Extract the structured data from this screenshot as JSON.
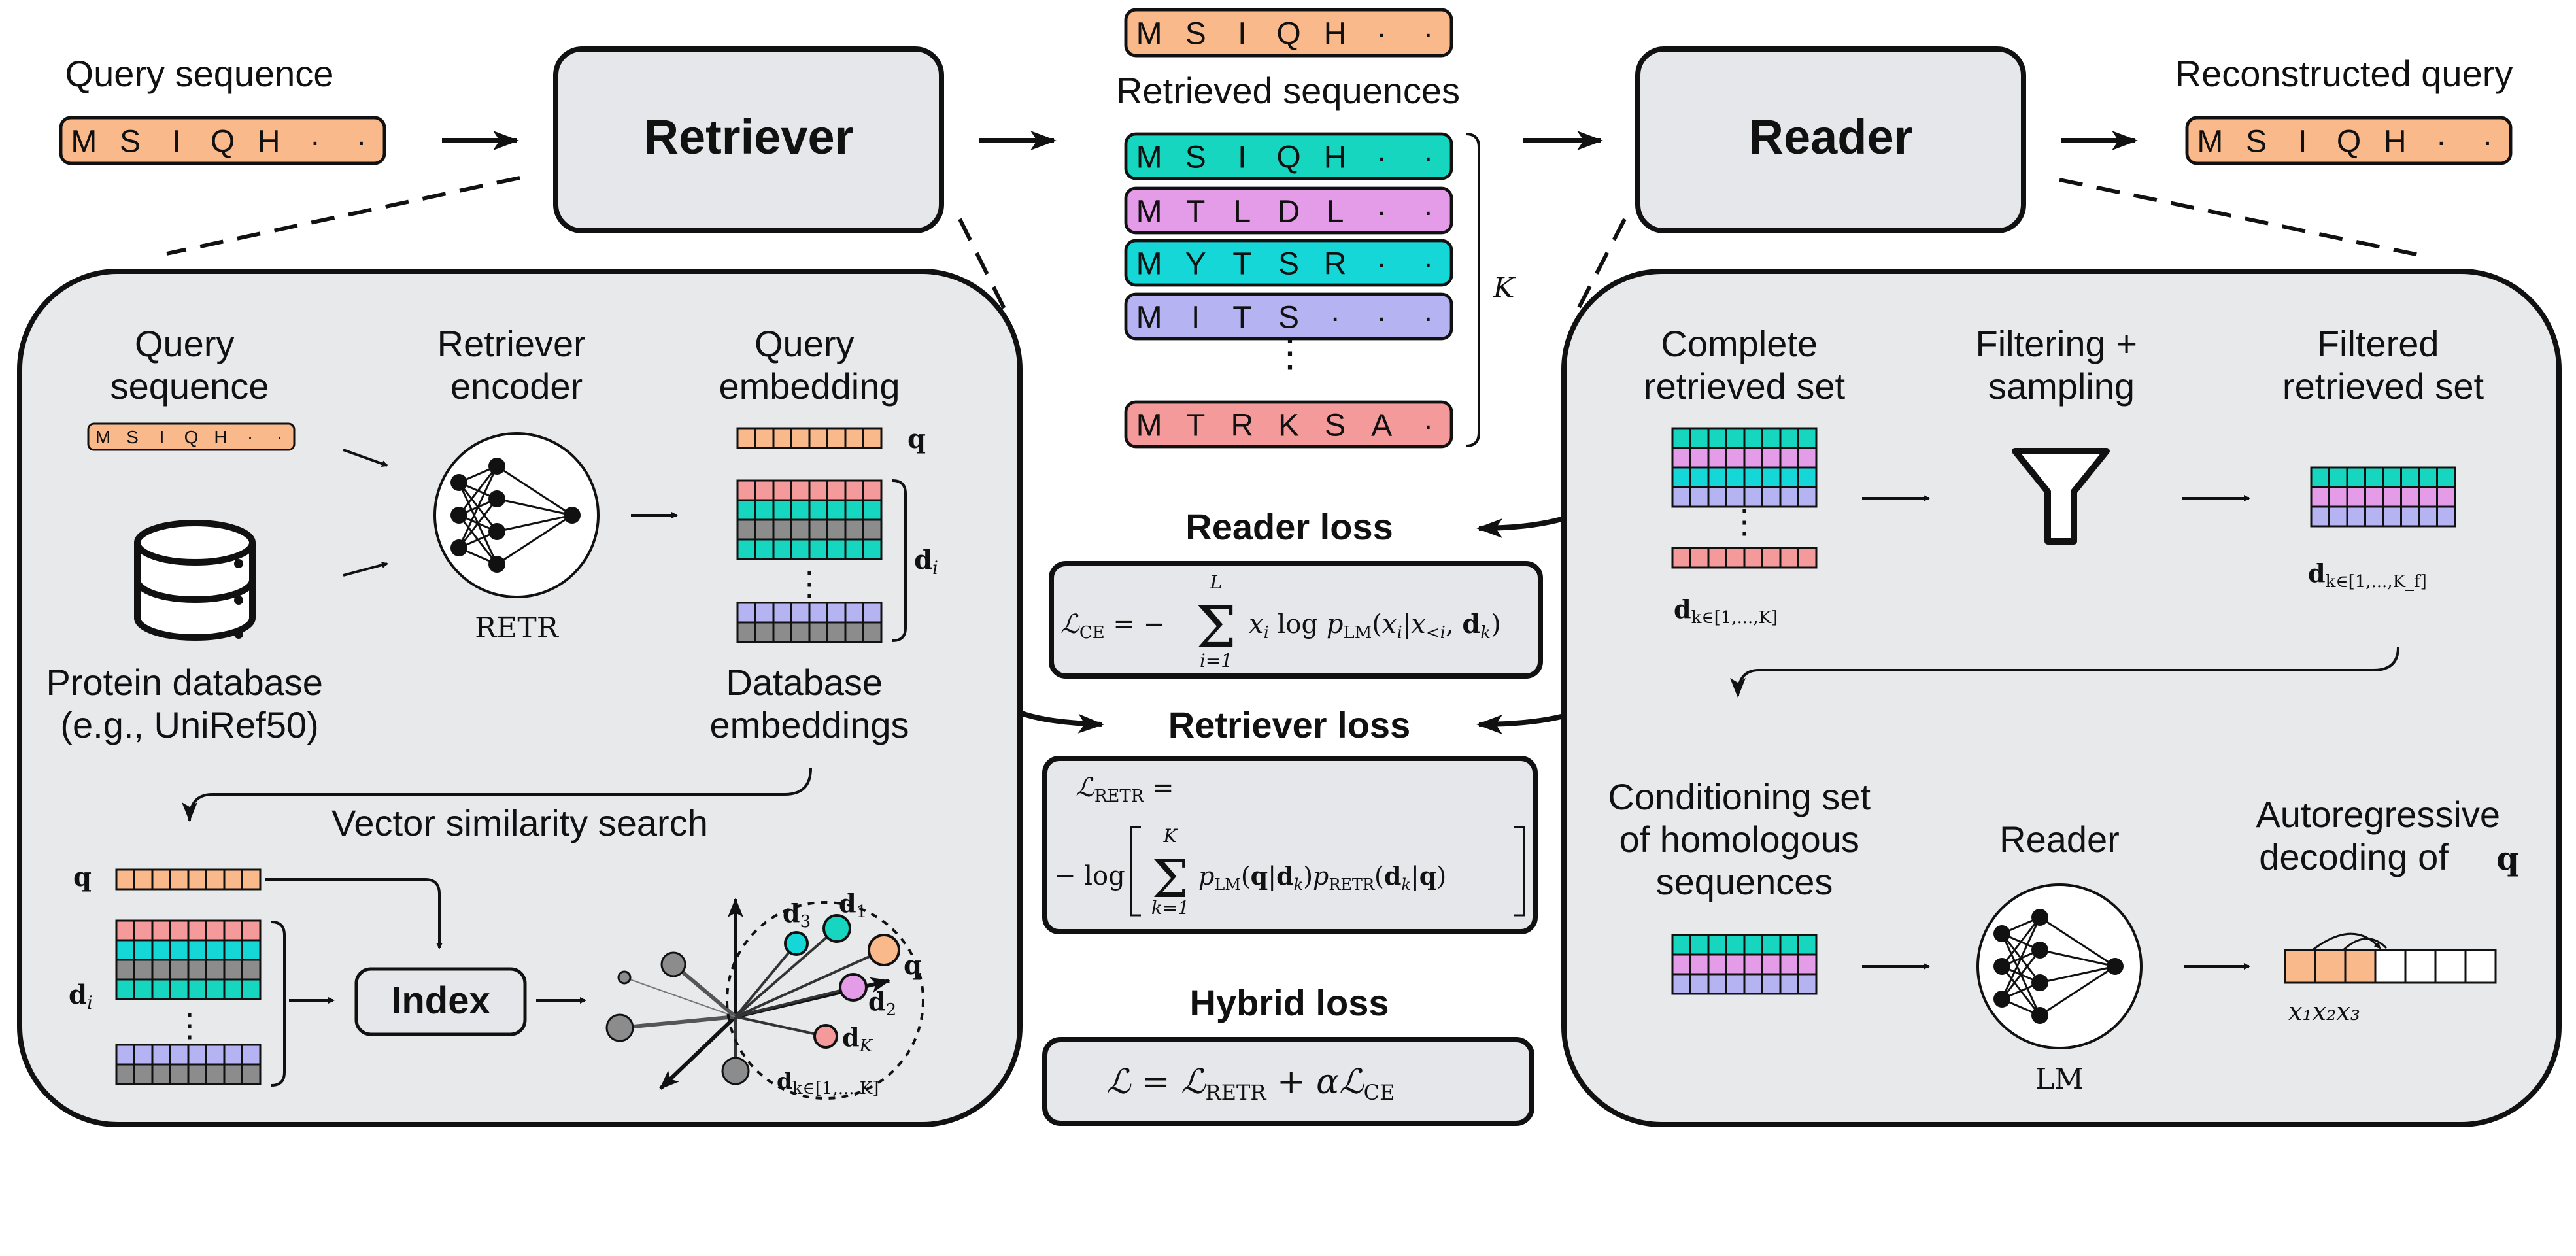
{
  "colors": {
    "orange": "#f9b98a",
    "teal": "#17d6c0",
    "pink": "#e49be8",
    "cyan": "#16d7d8",
    "lavender": "#b5b3f2",
    "salmon": "#f59a9a",
    "gray": "#8c8c8c",
    "panel": "#e8e9eb",
    "box": "#e6e7ea"
  },
  "top": {
    "query_label": "Query sequence",
    "query_seq": [
      "M",
      "S",
      "I",
      "Q",
      "H",
      "·",
      "·"
    ],
    "retriever_title": "Retriever",
    "retrieved_label": "Retrieved sequences",
    "top_seq": [
      "M",
      "S",
      "I",
      "Q",
      "H",
      "·",
      "·"
    ],
    "retrieved": [
      {
        "color": "teal",
        "tokens": [
          "M",
          "S",
          "I",
          "Q",
          "H",
          "·",
          "·"
        ]
      },
      {
        "color": "pink",
        "tokens": [
          "M",
          "T",
          "L",
          "D",
          "L",
          "·",
          "·"
        ]
      },
      {
        "color": "cyan",
        "tokens": [
          "M",
          "Y",
          "T",
          "S",
          "R",
          "·",
          "·"
        ]
      },
      {
        "color": "lavender",
        "tokens": [
          "M",
          "I",
          "T",
          "S",
          "·",
          "·",
          "·"
        ]
      },
      {
        "color": "salmon",
        "tokens": [
          "M",
          "T",
          "R",
          "K",
          "S",
          "A",
          "·"
        ]
      }
    ],
    "k_label": "K",
    "reader_title": "Reader",
    "recon_label": "Reconstructed query",
    "recon_seq": [
      "M",
      "S",
      "I",
      "Q",
      "H",
      "·",
      "·"
    ]
  },
  "left_panel": {
    "query_seq_label": [
      "Query",
      "sequence"
    ],
    "small_seq": [
      "M",
      "S",
      "I",
      "Q",
      "H",
      "·",
      "·"
    ],
    "encoder_label": [
      "Retriever",
      "encoder"
    ],
    "encoder_caption": "RETR",
    "embedding_label": [
      "Query",
      "embedding"
    ],
    "q": "q",
    "d_i": "d",
    "d_i_sub": "i",
    "db_label": [
      "Protein database",
      "(e.g., UniRef50)"
    ],
    "db_emb_label": [
      "Database",
      "embeddings"
    ],
    "vss_label": "Vector similarity search",
    "index_label": "Index",
    "neighbors": {
      "d1": "d",
      "d1s": "1",
      "d2": "d",
      "d2s": "2",
      "d3": "d",
      "d3s": "3",
      "dK": "d",
      "dKs": "K",
      "q": "q",
      "set": "d",
      "set_sub": "k∈[1,...,K]"
    }
  },
  "center": {
    "reader_loss_title": "Reader loss",
    "retriever_loss_title": "Retriever loss",
    "hybrid_loss_title": "Hybrid loss",
    "ce_formula": "ℒ_CE = − Σ_{i=1}^{L} x_i log p_LM(x_i | x_<i, d_k)",
    "retr_formula_1": "ℒ_RETR =",
    "retr_formula_2": "− log [ Σ_{k=1}^{K} p_LM(q | d_k) p_RETR(d_k | q) ]",
    "hybrid_formula": "ℒ = ℒ_RETR + αℒ_CE"
  },
  "right_panel": {
    "complete_label": [
      "Complete",
      "retrieved set"
    ],
    "filter_label": [
      "Filtering +",
      "sampling"
    ],
    "filtered_label": [
      "Filtered",
      "retrieved set"
    ],
    "complete_caption": "d",
    "complete_caption_sub": "k∈[1,...,K]",
    "filtered_caption": "d",
    "filtered_caption_sub": "k∈[1,...,K_f]",
    "conditioning_label": [
      "Conditioning set",
      "of homologous",
      "sequences"
    ],
    "reader_label": "Reader",
    "reader_caption": "LM",
    "autoreg_label": [
      "Autoregressive",
      "decoding of"
    ],
    "autoreg_q": "q",
    "x_tokens": "x₁x₂x₃"
  }
}
